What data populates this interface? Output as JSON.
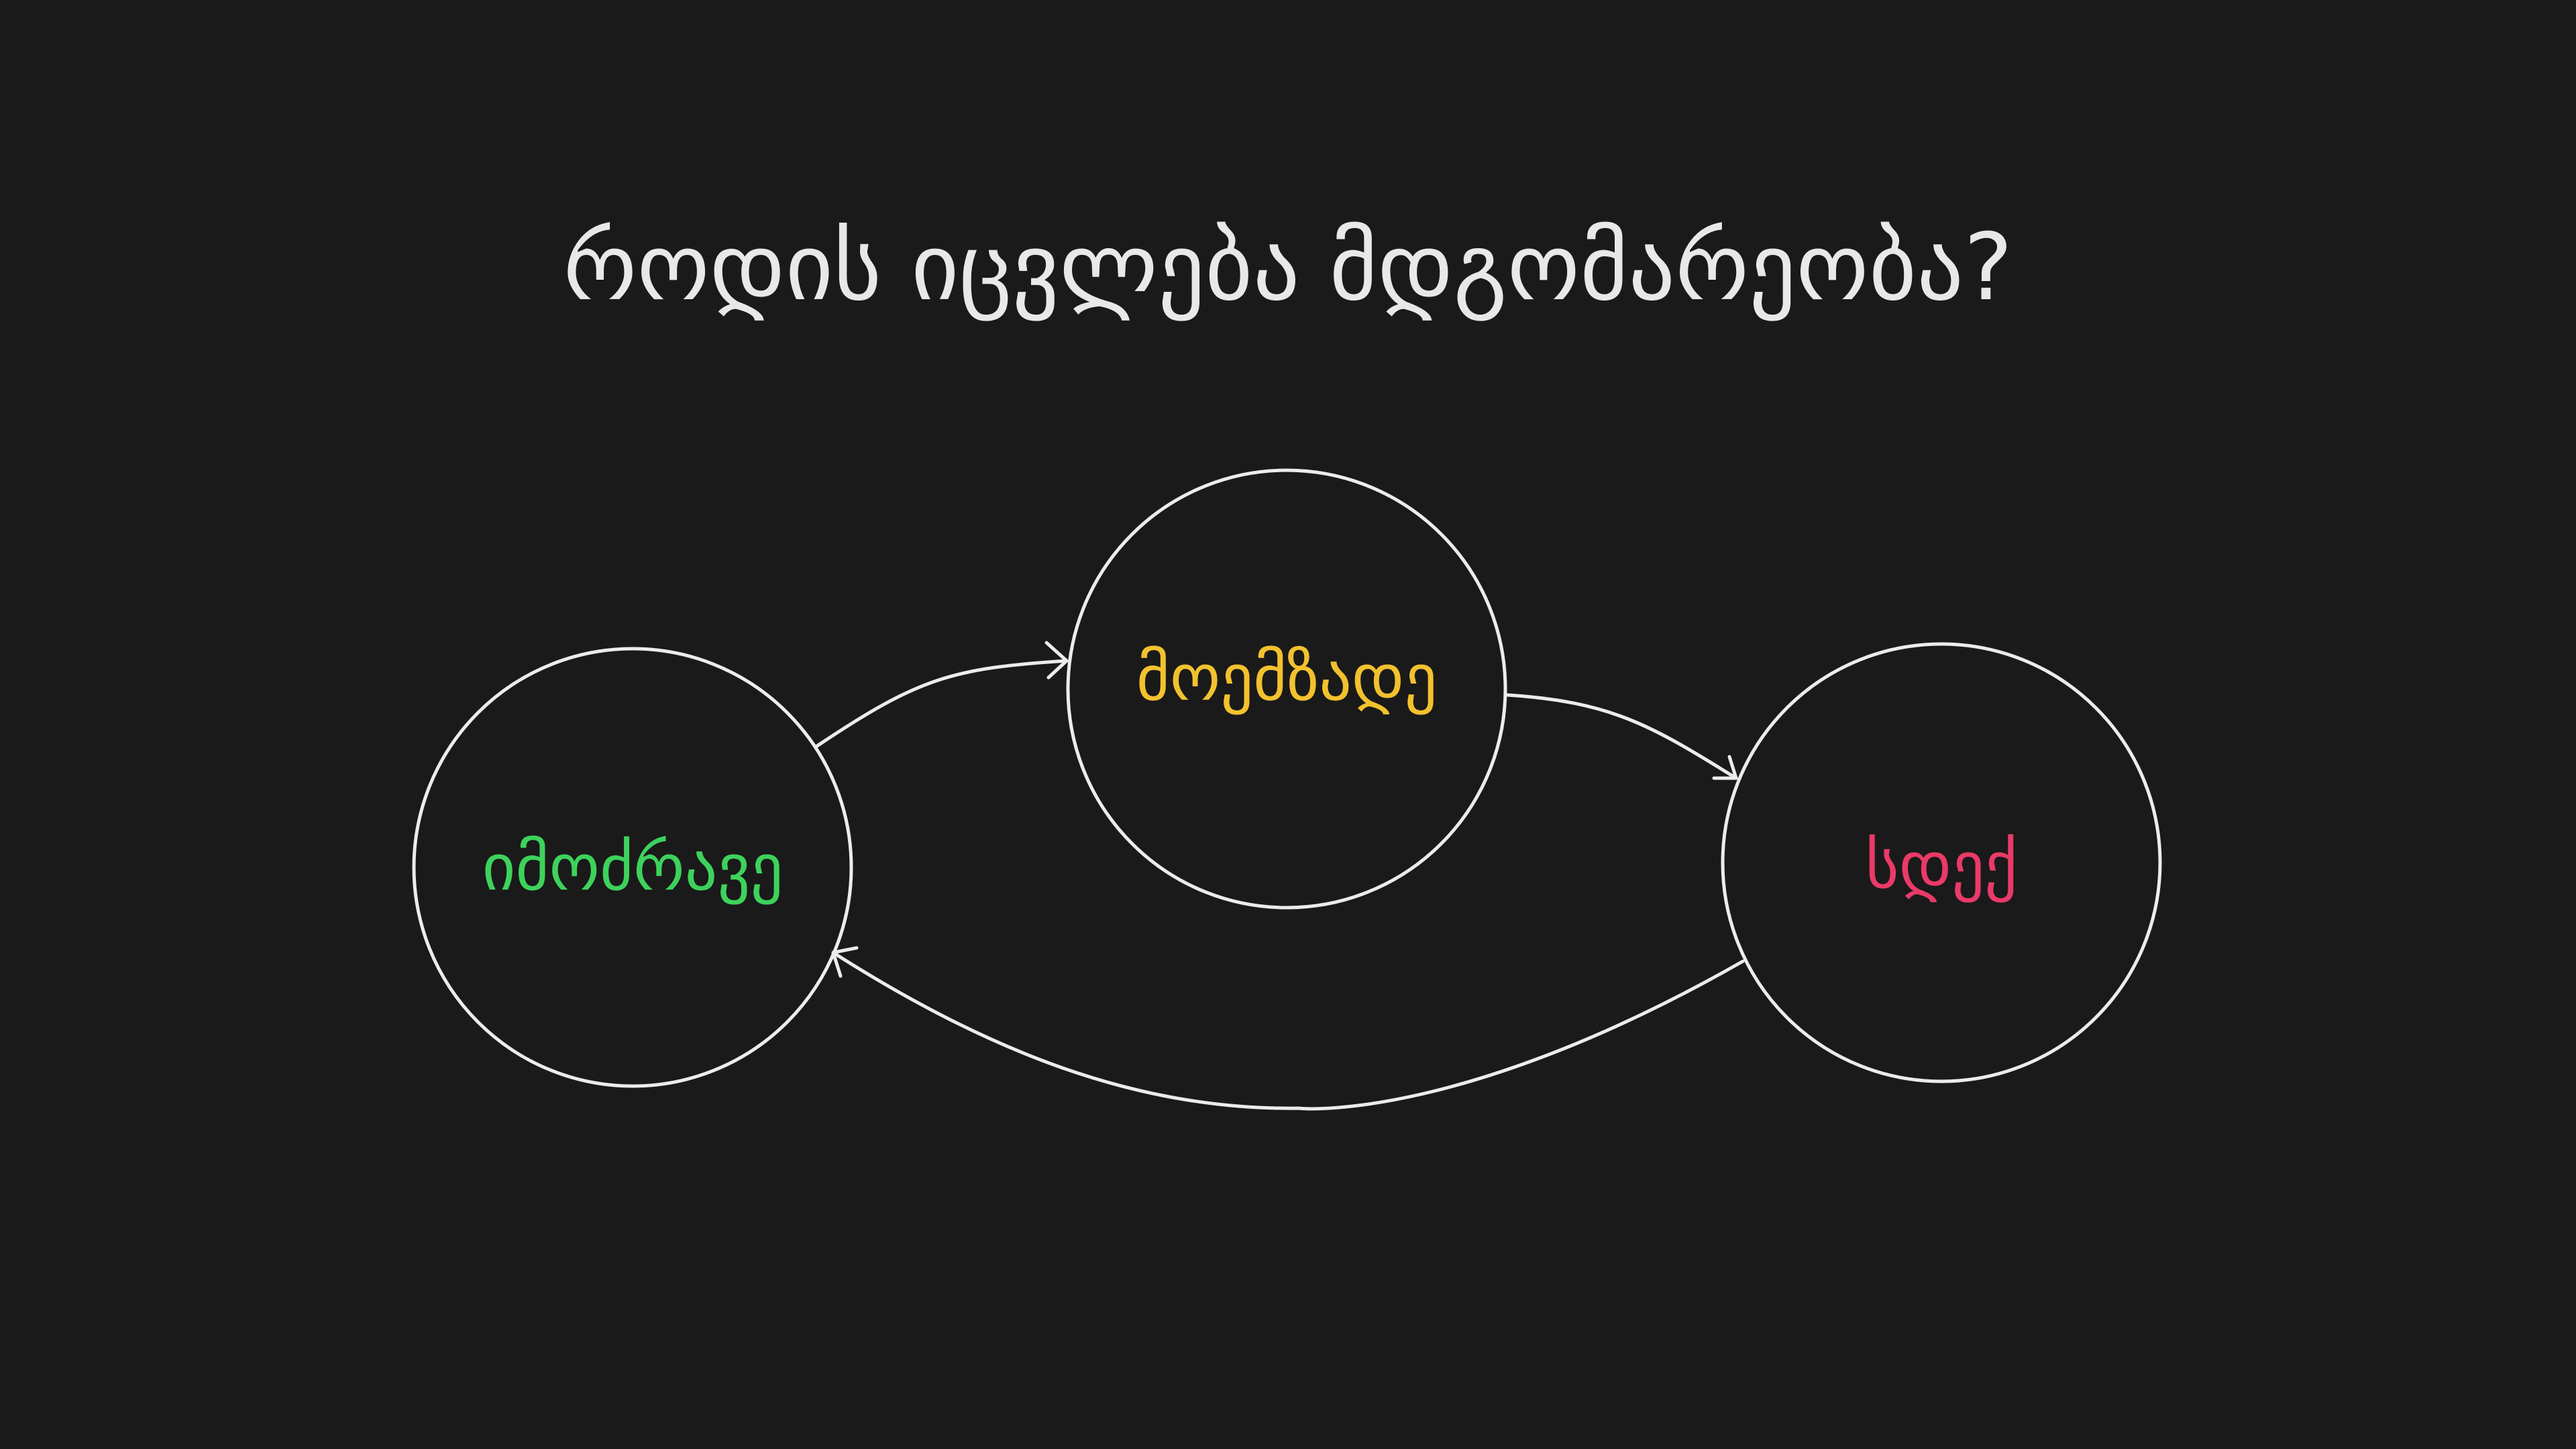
{
  "title": "როდის იცვლება მდგომარეობა?",
  "colors": {
    "background": "#1a1a1a",
    "stroke": "#ececec",
    "title": "#e8e8e8"
  },
  "states": [
    {
      "id": "moving",
      "label": "იმოძრავე",
      "color": "#3dd25c"
    },
    {
      "id": "ready",
      "label": "მოემზადე",
      "color": "#f2c12e"
    },
    {
      "id": "stop",
      "label": "სდექ",
      "color": "#ea3a68"
    }
  ],
  "transitions": [
    {
      "from": "moving",
      "to": "ready"
    },
    {
      "from": "ready",
      "to": "stop"
    },
    {
      "from": "stop",
      "to": "moving"
    }
  ]
}
